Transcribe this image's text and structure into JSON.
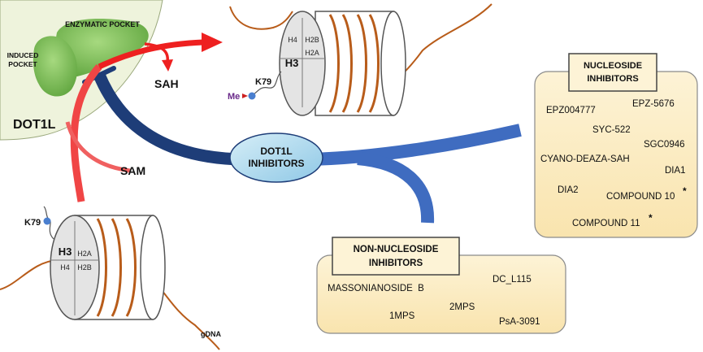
{
  "labels": {
    "dot1l": "DOT1L",
    "induced_pocket_line1": "INDUCED",
    "induced_pocket_line2": "POCKET",
    "enzymatic_pocket": "ENZYMATIC POCKET",
    "sah": "SAH",
    "sam": "SAM",
    "me": "Me",
    "k79_top": "K79",
    "k79_bottom": "K79",
    "gdna": "gDNA",
    "center_line1": "DOT1L",
    "center_line2": "INHIBITORS"
  },
  "nucleosome_top": {
    "h4": "H4",
    "h2b": "H2B",
    "h3": "H3",
    "h2a": "H2A"
  },
  "nucleosome_bottom": {
    "h3": "H3",
    "h2a": "H2A",
    "h4": "H4",
    "h2b": "H2B"
  },
  "nucleoside": {
    "title_line1": "NUCLEOSIDE",
    "title_line2": "INHIBITORS",
    "compounds": {
      "epz004777": "EPZ004777",
      "epz5676": "EPZ-5676",
      "syc522": "SYC-522",
      "sgc0946": "SGC0946",
      "cyano": "CYANO-DEAZA-SAH",
      "dia1": "DIA1",
      "dia2": "DIA2",
      "compound10": "COMPOUND 10",
      "compound11": "COMPOUND 11"
    },
    "asterisk": "*"
  },
  "non_nucleoside": {
    "title_line1": "NON-NUCLEOSIDE",
    "title_line2": "INHIBITORS",
    "compounds": {
      "massonianoside": "MASSONIANOSIDE  B",
      "dc_l115": "DC_L115",
      "mps2": "2MPS",
      "mps1": "1MPS",
      "psa3091": "PsA-3091"
    }
  },
  "colors": {
    "dot1l_bg": "#eef3dc",
    "pocket_green": "#7cc25a",
    "red": "#ee2020",
    "navy": "#1e3d78",
    "blue": "#4a72c4",
    "dna_brown": "#b85c1a",
    "box_fill": "#fdefc8",
    "box_stroke": "#8a8a8a"
  }
}
